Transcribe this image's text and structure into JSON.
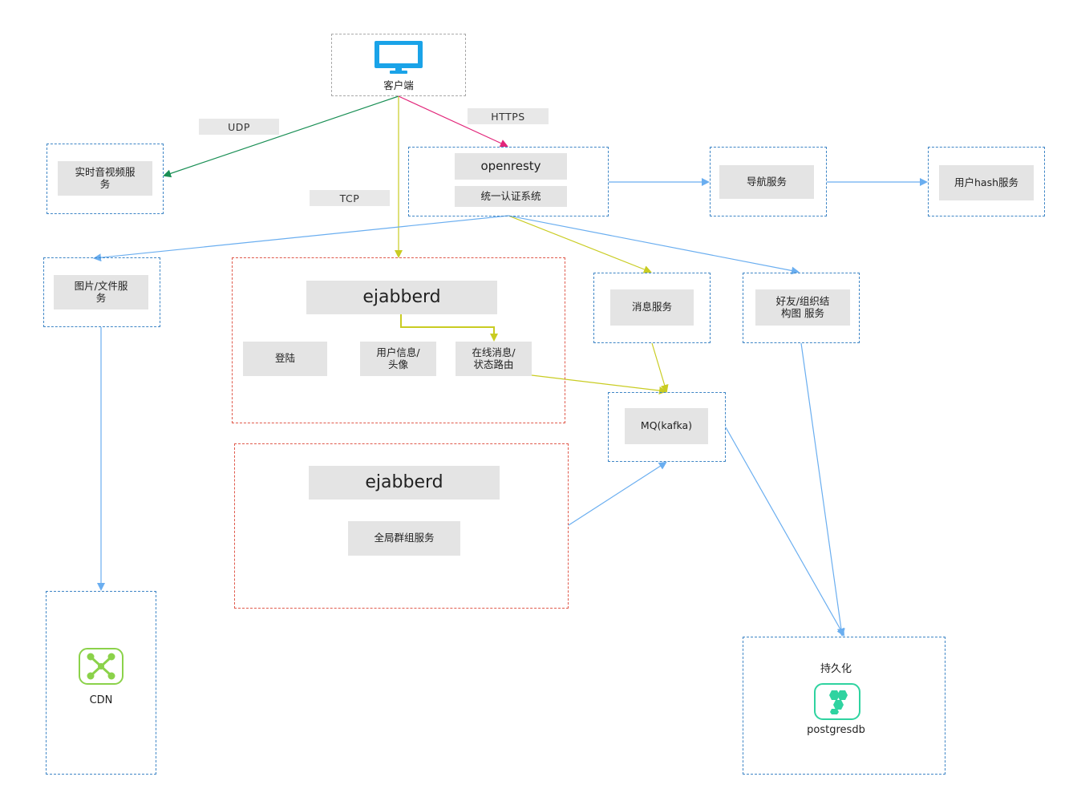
{
  "client": {
    "label": "客户端",
    "icon": "monitor-icon",
    "color": "#1aa3e8"
  },
  "edge_labels": {
    "udp": "UDP",
    "https": "HTTPS",
    "tcp": "TCP"
  },
  "realtime": {
    "label": "实时音视频服\n务"
  },
  "openresty": {
    "title": "openresty",
    "auth": "统一认证系统"
  },
  "navigation": {
    "label": "导航服务"
  },
  "user_hash": {
    "label": "用户hash服务"
  },
  "files": {
    "label": "图片/文件服\n务"
  },
  "ejabberd_a": {
    "title": "ejabberd",
    "login": "登陆",
    "user_info": "用户信息/\n头像",
    "online": "在线消息/\n状态路由"
  },
  "ejabberd_b": {
    "title": "ejabberd",
    "group": "全局群组服务"
  },
  "message_service": {
    "label": "消息服务"
  },
  "friends": {
    "label": "好友/组织结\n构图 服务"
  },
  "mq": {
    "label": "MQ(kafka)"
  },
  "cdn": {
    "label": "CDN",
    "icon": "cdn-network-icon",
    "color": "#8bd24a"
  },
  "persistence": {
    "title": "持久化",
    "db": "postgresdb",
    "icon": "database-icon",
    "color": "#2fd3a0"
  },
  "colors": {
    "blue": "#6aaef0",
    "green": "#1a8f55",
    "pink": "#e2267a",
    "yellow": "#c9cc22",
    "red_dash": "#e05a4c",
    "blue_dash": "#3f86c6"
  }
}
